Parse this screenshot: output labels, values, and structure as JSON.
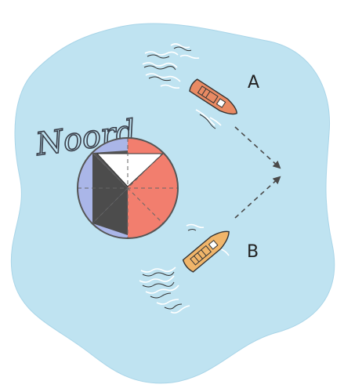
{
  "north_label": "Noord",
  "boats": [
    {
      "label": "A",
      "hull_color": "#e98a63"
    },
    {
      "label": "B",
      "hull_color": "#f0b56a"
    }
  ],
  "colors": {
    "water": "#bfe3f1",
    "red": "#f27e6e",
    "blue": "#aab6e8",
    "dark": "#4c4c4c",
    "white": "#ffffff",
    "outline": "#555555"
  }
}
